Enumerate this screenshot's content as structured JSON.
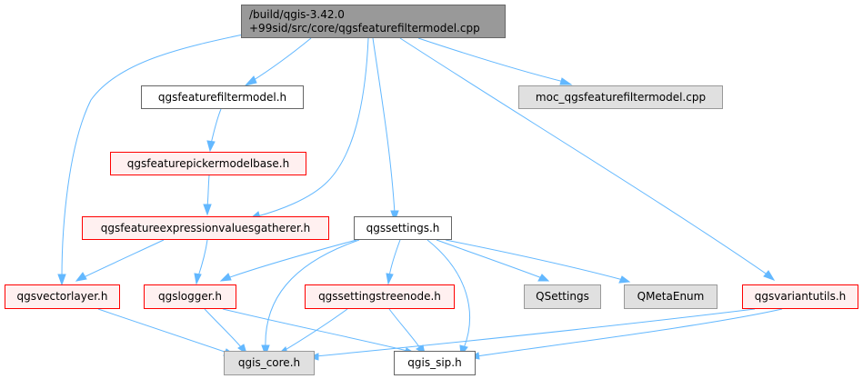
{
  "graph": {
    "root": {
      "line1": "/build/qgis-3.42.0",
      "line2": "+99sid/src/core/qgsfeaturefiltermodel.cpp"
    },
    "nodes": {
      "qgsfeaturefiltermodel_h": "qgsfeaturefiltermodel.h",
      "moc_cpp": "moc_qgsfeaturefiltermodel.cpp",
      "qgsfeaturepickermodelbase_h": "qgsfeaturepickermodelbase.h",
      "qgsfeatureexpressionvaluesgatherer_h": "qgsfeatureexpressionvaluesgatherer.h",
      "qgssettings_h": "qgssettings.h",
      "qgsvectorlayer_h": "qgsvectorlayer.h",
      "qgslogger_h": "qgslogger.h",
      "qgssettingstreenode_h": "qgssettingstreenode.h",
      "qsettings": "QSettings",
      "qmetaenum": "QMetaEnum",
      "qgsvariantutils_h": "qgsvariantutils.h",
      "qgis_core_h": "qgis_core.h",
      "qgis_sip_h": "qgis_sip.h"
    },
    "colors": {
      "edge": "#63b8ff",
      "root_fill": "#999999",
      "red_border": "#ff0000",
      "red_fill": "#fff0f0",
      "gray_border": "#999999",
      "gray_fill": "#e0e0e0"
    }
  }
}
